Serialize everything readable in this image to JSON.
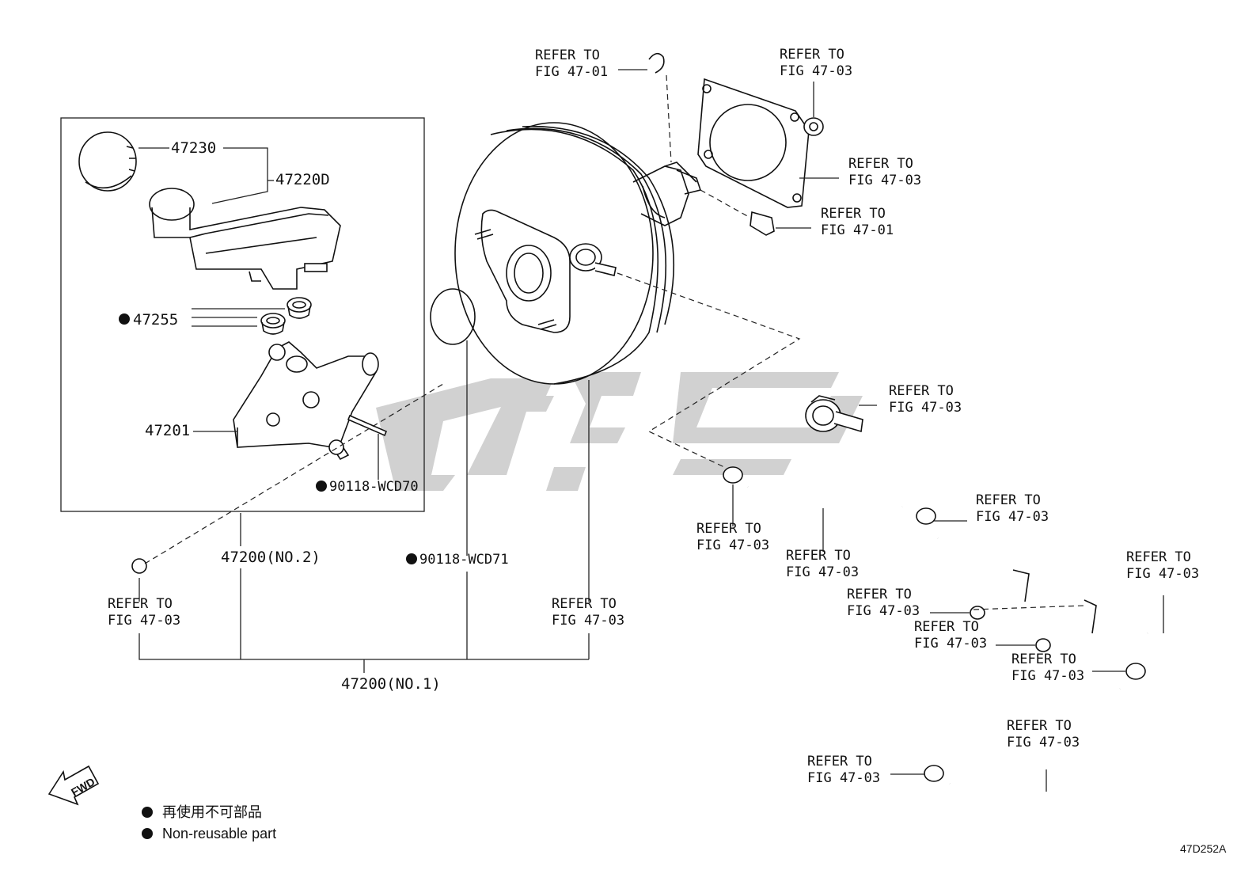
{
  "refer_labels": [
    {
      "line1": "REFER TO",
      "line2": "FIG 47-01"
    },
    {
      "line1": "REFER TO",
      "line2": "FIG 47-03"
    },
    {
      "line1": "REFER TO",
      "line2": "FIG 47-03"
    },
    {
      "line1": "REFER TO",
      "line2": "FIG 47-01"
    },
    {
      "line1": "REFER TO",
      "line2": "FIG 47-03"
    },
    {
      "line1": "REFER TO",
      "line2": "FIG 47-03"
    },
    {
      "line1": "REFER TO",
      "line2": "FIG 47-03"
    },
    {
      "line1": "REFER TO",
      "line2": "FIG 47-03"
    },
    {
      "line1": "REFER TO",
      "line2": "FIG 47-03"
    },
    {
      "line1": "REFER TO",
      "line2": "FIG 47-03"
    },
    {
      "line1": "REFER TO",
      "line2": "FIG 47-03"
    },
    {
      "line1": "REFER TO",
      "line2": "FIG 47-03"
    },
    {
      "line1": "REFER TO",
      "line2": "FIG 47-03"
    },
    {
      "line1": "REFER TO",
      "line2": "FIG 47-03"
    },
    {
      "line1": "REFER TO",
      "line2": "FIG 47-03"
    },
    {
      "line1": "REFER TO",
      "line2": "FIG 47-03"
    }
  ],
  "part_numbers": {
    "p47230": "47230",
    "p47220d": "47220D",
    "p47255": "47255",
    "p47201": "47201",
    "p90118_wcd70": "90118-WCD70",
    "p90118_wcd71": "90118-WCD71",
    "p47200_no2": "47200(NO.2)",
    "p47200_no1": "47200(NO.1)"
  },
  "fwd_label": "FWD",
  "legend": {
    "jp": "再使用不可部品",
    "en": "Non-reusable part"
  },
  "diagram_code": "47D252A",
  "colors": {
    "line": "#222222",
    "watermark": "#c8c8c8",
    "background": "#ffffff"
  }
}
